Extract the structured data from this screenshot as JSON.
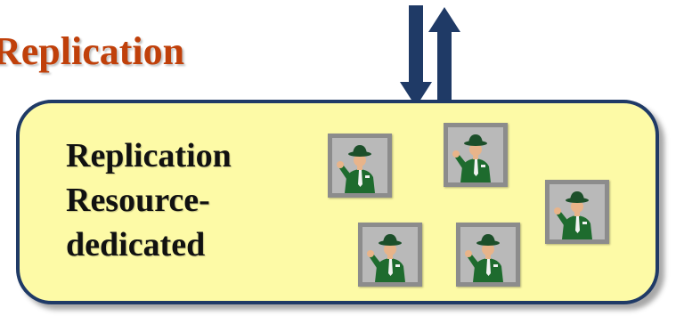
{
  "diagram": {
    "title": "Replication",
    "panel": {
      "lines": [
        "Replication",
        "Resource-",
        "dedicated"
      ]
    },
    "agents": {
      "count": 5,
      "icon": "ranger-agent-icon"
    },
    "colors": {
      "title": "#c0400a",
      "panel_fill": "#fdfaa6",
      "panel_border": "#1f3a66",
      "arrows": "#1f3a66",
      "agent_bg": "#b9b9b9",
      "agent_frame": "#8c8c8c",
      "agent_uniform": "#1e6b2e"
    }
  }
}
